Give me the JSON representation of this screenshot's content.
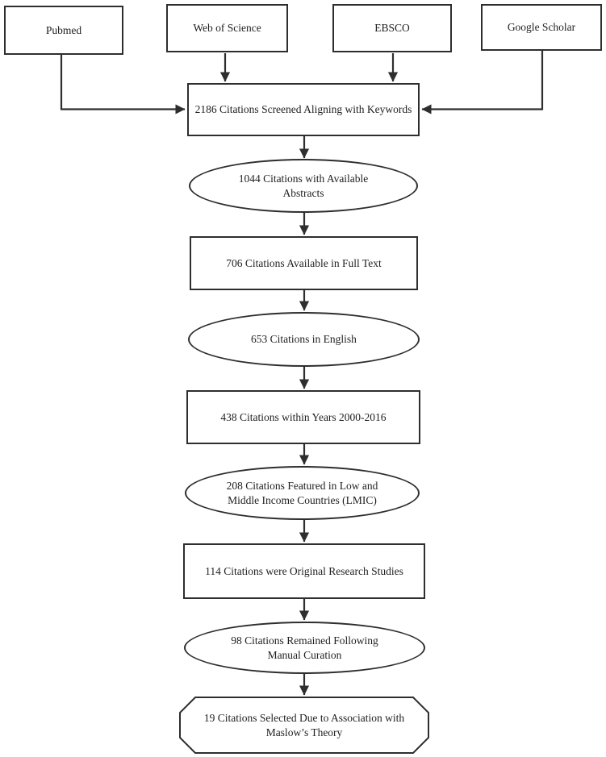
{
  "figure": {
    "type": "flowchart",
    "background": "#ffffff",
    "line_color": "#2e2e2e",
    "text_color": "#1e1e1e",
    "sources": [
      {
        "id": "pubmed",
        "label": "Pubmed"
      },
      {
        "id": "web-of-science",
        "label": "Web of Science"
      },
      {
        "id": "ebsco",
        "label": "EBSCO"
      },
      {
        "id": "google-scholar",
        "label": "Google Scholar"
      }
    ],
    "steps": [
      {
        "shape": "rectangle",
        "label": "2186 Citations Screened Aligning with Keywords"
      },
      {
        "shape": "ellipse",
        "label": "1044 Citations with Available Abstracts"
      },
      {
        "shape": "rectangle",
        "label": "706 Citations Available in Full Text"
      },
      {
        "shape": "ellipse",
        "label": "653 Citations in English"
      },
      {
        "shape": "rectangle",
        "label": "438 Citations within Years 2000-2016"
      },
      {
        "shape": "ellipse",
        "label": "208 Citations Featured in Low and Middle Income Countries (LMIC)"
      },
      {
        "shape": "rectangle",
        "label": "114 Citations were Original Research Studies"
      },
      {
        "shape": "ellipse",
        "label": "98 Citations Remained Following Manual Curation"
      },
      {
        "shape": "octagon",
        "label": "19 Citations Selected Due to Association with Maslow’s Theory"
      }
    ]
  }
}
